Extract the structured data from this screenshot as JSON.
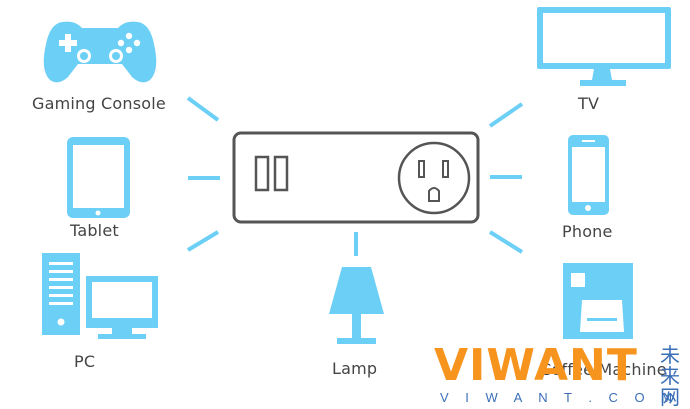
{
  "colors": {
    "device": "#6ccff6",
    "ray": "#6ccff6",
    "outlet_stroke": "#555555",
    "label": "#444444",
    "watermark_orange": "#f7941d",
    "watermark_blue": "#3b6fb6"
  },
  "devices": {
    "gaming_console": {
      "label": "Gaming Console",
      "icon": "gamepad-icon"
    },
    "tablet": {
      "label": "Tablet",
      "icon": "tablet-icon"
    },
    "pc": {
      "label": "PC",
      "icon": "desktop-computer-icon"
    },
    "lamp": {
      "label": "Lamp",
      "icon": "lamp-icon"
    },
    "tv": {
      "label": "TV",
      "icon": "tv-icon"
    },
    "phone": {
      "label": "Phone",
      "icon": "smartphone-icon"
    },
    "coffee_machine": {
      "label": "Coffee Machine",
      "icon": "coffee-machine-icon"
    }
  },
  "smart_plug": {
    "icon": "smart-plug-icon"
  },
  "watermark": {
    "brand": "VIWANT",
    "url": "V I W A N T . C O M",
    "cn": "未来网"
  }
}
